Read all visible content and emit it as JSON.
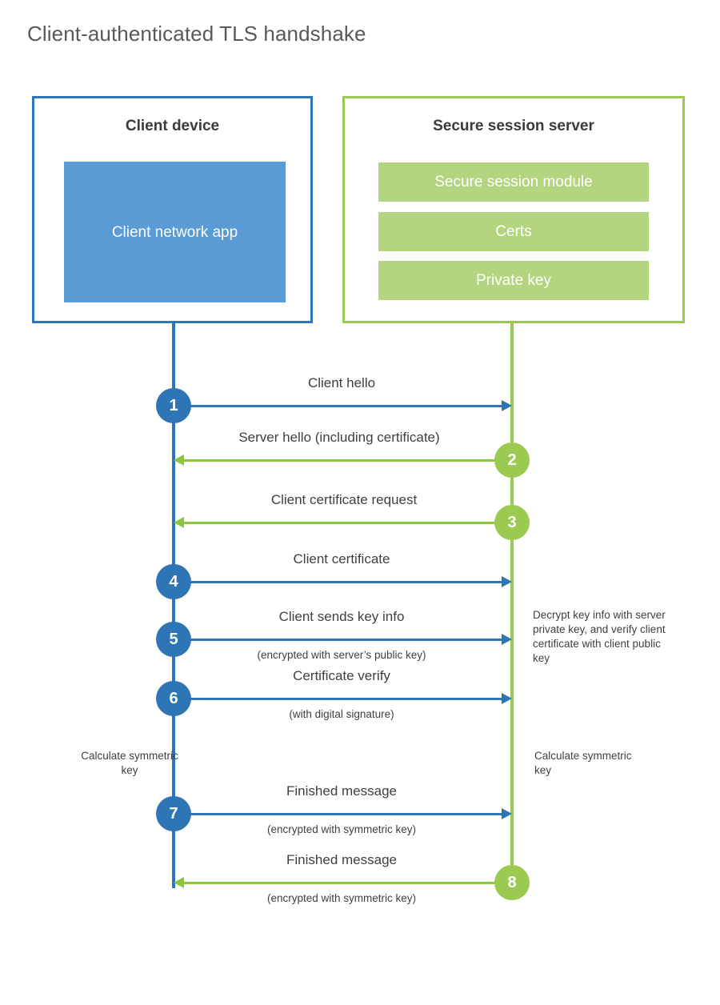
{
  "title": "Client-authenticated TLS handshake",
  "colors": {
    "client_blue": "#2e75b6",
    "client_app_blue": "#5b9bd5",
    "server_green": "#9bca50",
    "server_block_green": "#b3d580",
    "arrow_green": "#8cc63e",
    "title_gray": "#595959",
    "text_gray": "#3f3f3f"
  },
  "client": {
    "title": "Client device",
    "app_label": "Client network app"
  },
  "server": {
    "title": "Secure session server",
    "blocks": [
      {
        "label": "Secure session module"
      },
      {
        "label": "Certs"
      },
      {
        "label": "Private key"
      }
    ]
  },
  "steps": [
    {
      "number": "1",
      "label": "Client hello",
      "sublabel": "",
      "direction": "client-to-server",
      "color": "blue"
    },
    {
      "number": "2",
      "label": "Server hello (including certificate)",
      "sublabel": "",
      "direction": "server-to-client",
      "color": "green"
    },
    {
      "number": "3",
      "label": "Client certificate request",
      "sublabel": "",
      "direction": "server-to-client",
      "color": "green"
    },
    {
      "number": "4",
      "label": "Client certificate",
      "sublabel": "",
      "direction": "client-to-server",
      "color": "blue"
    },
    {
      "number": "5",
      "label": "Client sends key info",
      "sublabel": "(encrypted with server’s public key)",
      "direction": "client-to-server",
      "color": "blue"
    },
    {
      "number": "6",
      "label": "Certificate verify",
      "sublabel": "(with digital signature)",
      "direction": "client-to-server",
      "color": "blue"
    },
    {
      "number": "7",
      "label": "Finished message",
      "sublabel": "(encrypted with symmetric key)",
      "direction": "client-to-server",
      "color": "blue"
    },
    {
      "number": "8",
      "label": "Finished message",
      "sublabel": "(encrypted with symmetric key)",
      "direction": "server-to-client",
      "color": "green"
    }
  ],
  "annotations": {
    "server_decrypt": "Decrypt key info with server private key, and verify client certificate with client public key",
    "client_calculate": "Calculate symmetric key",
    "server_calculate": "Calculate symmetric key"
  }
}
